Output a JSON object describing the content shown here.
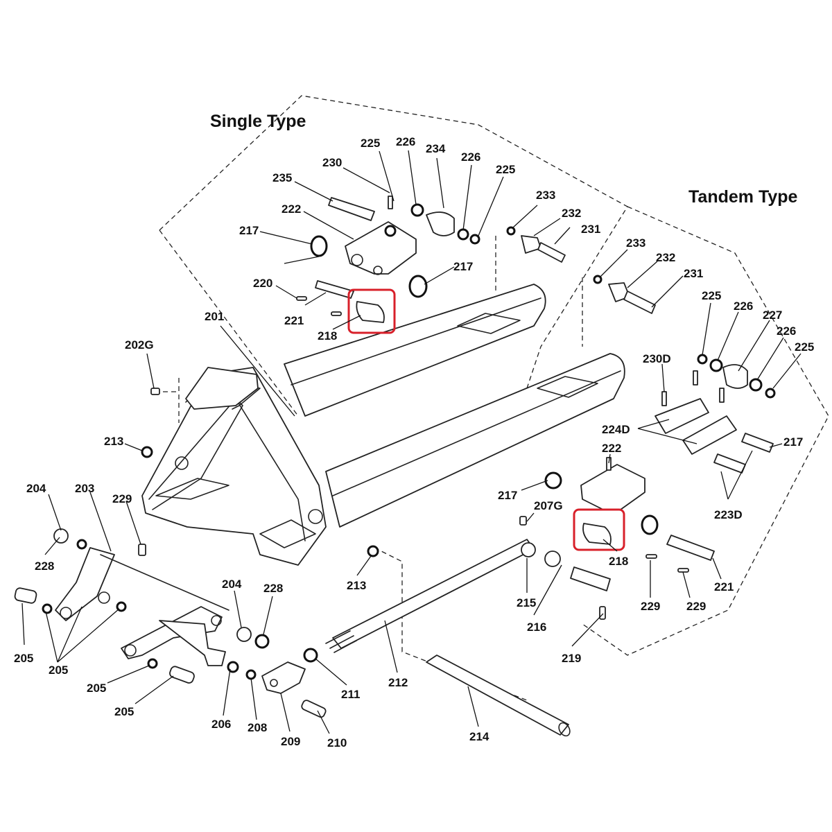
{
  "titles": {
    "single": "Single Type",
    "tandem": "Tandem Type"
  },
  "colors": {
    "line": "#222222",
    "highlight": "#d8202a",
    "background": "#ffffff"
  },
  "labels": [
    {
      "id": "l225a",
      "text": "225"
    },
    {
      "id": "l226a",
      "text": "226"
    },
    {
      "id": "l234",
      "text": "234"
    },
    {
      "id": "l226b",
      "text": "226"
    },
    {
      "id": "l225b",
      "text": "225"
    },
    {
      "id": "l230",
      "text": "230"
    },
    {
      "id": "l235",
      "text": "235"
    },
    {
      "id": "l233a",
      "text": "233"
    },
    {
      "id": "l232a",
      "text": "232"
    },
    {
      "id": "l231a",
      "text": "231"
    },
    {
      "id": "l222a",
      "text": "222"
    },
    {
      "id": "l217a",
      "text": "217"
    },
    {
      "id": "l217b",
      "text": "217"
    },
    {
      "id": "l220",
      "text": "220"
    },
    {
      "id": "l221a",
      "text": "221"
    },
    {
      "id": "l218a",
      "text": "218"
    },
    {
      "id": "l201",
      "text": "201"
    },
    {
      "id": "l202G",
      "text": "202G"
    },
    {
      "id": "l213a",
      "text": "213"
    },
    {
      "id": "l204a",
      "text": "204"
    },
    {
      "id": "l203",
      "text": "203"
    },
    {
      "id": "l229a",
      "text": "229"
    },
    {
      "id": "l228a",
      "text": "228"
    },
    {
      "id": "l204b",
      "text": "204"
    },
    {
      "id": "l228b",
      "text": "228"
    },
    {
      "id": "l205a",
      "text": "205"
    },
    {
      "id": "l205b",
      "text": "205"
    },
    {
      "id": "l205c",
      "text": "205"
    },
    {
      "id": "l205d",
      "text": "205"
    },
    {
      "id": "l206",
      "text": "206"
    },
    {
      "id": "l208",
      "text": "208"
    },
    {
      "id": "l209",
      "text": "209"
    },
    {
      "id": "l210",
      "text": "210"
    },
    {
      "id": "l211",
      "text": "211"
    },
    {
      "id": "l212",
      "text": "212"
    },
    {
      "id": "l213b",
      "text": "213"
    },
    {
      "id": "l214",
      "text": "214"
    },
    {
      "id": "l215",
      "text": "215"
    },
    {
      "id": "l216",
      "text": "216"
    },
    {
      "id": "l219",
      "text": "219"
    },
    {
      "id": "l207G",
      "text": "207G"
    },
    {
      "id": "l217c",
      "text": "217"
    },
    {
      "id": "l222b",
      "text": "222"
    },
    {
      "id": "l218b",
      "text": "218"
    },
    {
      "id": "l229b",
      "text": "229"
    },
    {
      "id": "l229c",
      "text": "229"
    },
    {
      "id": "l221b",
      "text": "221"
    },
    {
      "id": "l223D",
      "text": "223D"
    },
    {
      "id": "l224D",
      "text": "224D"
    },
    {
      "id": "l230D",
      "text": "230D"
    },
    {
      "id": "l217d",
      "text": "217"
    },
    {
      "id": "l233b",
      "text": "233"
    },
    {
      "id": "l232b",
      "text": "232"
    },
    {
      "id": "l231b",
      "text": "231"
    },
    {
      "id": "l225c",
      "text": "225"
    },
    {
      "id": "l226c",
      "text": "226"
    },
    {
      "id": "l227",
      "text": "227"
    },
    {
      "id": "l226d",
      "text": "226"
    },
    {
      "id": "l225d",
      "text": "225"
    }
  ]
}
